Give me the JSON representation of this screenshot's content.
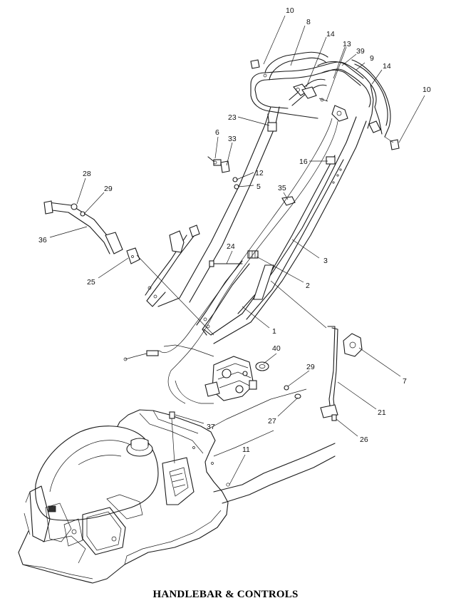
{
  "title": "HANDLEBAR & CONTROLS",
  "callouts": [
    {
      "id": "c10a",
      "label": "10"
    },
    {
      "id": "c8",
      "label": "8"
    },
    {
      "id": "c14a",
      "label": "14"
    },
    {
      "id": "c13",
      "label": "13"
    },
    {
      "id": "c39",
      "label": "39"
    },
    {
      "id": "c9",
      "label": "9"
    },
    {
      "id": "c14b",
      "label": "14"
    },
    {
      "id": "c10b",
      "label": "10"
    },
    {
      "id": "c23",
      "label": "23"
    },
    {
      "id": "c6",
      "label": "6"
    },
    {
      "id": "c33",
      "label": "33"
    },
    {
      "id": "c16",
      "label": "16"
    },
    {
      "id": "c12",
      "label": "12"
    },
    {
      "id": "c5",
      "label": "5"
    },
    {
      "id": "c28",
      "label": "28"
    },
    {
      "id": "c29a",
      "label": "29"
    },
    {
      "id": "c35",
      "label": "35"
    },
    {
      "id": "c36",
      "label": "36"
    },
    {
      "id": "c3",
      "label": "3"
    },
    {
      "id": "c24",
      "label": "24"
    },
    {
      "id": "c2",
      "label": "2"
    },
    {
      "id": "c25",
      "label": "25"
    },
    {
      "id": "c1",
      "label": "1"
    },
    {
      "id": "c40",
      "label": "40"
    },
    {
      "id": "c7",
      "label": "7"
    },
    {
      "id": "c29b",
      "label": "29"
    },
    {
      "id": "c21",
      "label": "21"
    },
    {
      "id": "c27",
      "label": "27"
    },
    {
      "id": "c37",
      "label": "37"
    },
    {
      "id": "c26",
      "label": "26"
    },
    {
      "id": "c11",
      "label": "11"
    }
  ]
}
